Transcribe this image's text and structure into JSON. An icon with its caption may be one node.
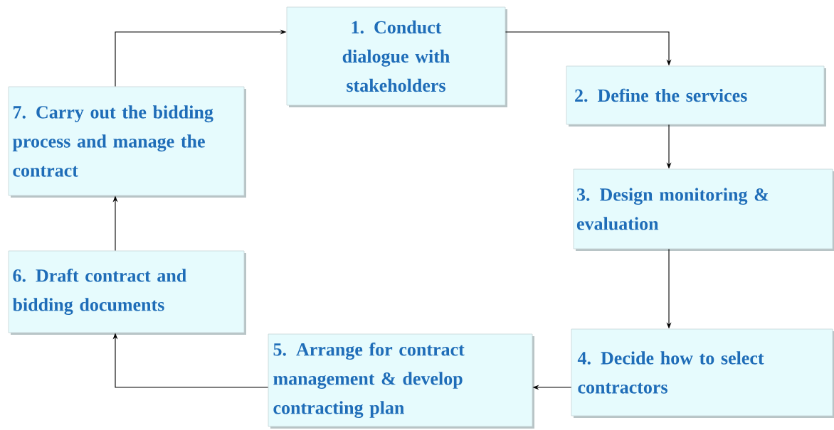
{
  "diagram": {
    "nodes": [
      {
        "text": [
          "1. Conduct dialogue with stakeholders"
        ]
      },
      {
        "text": [
          "2. Define the services"
        ]
      },
      {
        "text": [
          "3. Design monitoring & evaluation"
        ]
      },
      {
        "text": [
          "4. Decide how to select contractors"
        ]
      },
      {
        "text": [
          "5. Arrange for contract management & develop contracting plan"
        ]
      },
      {
        "text": [
          "6. Draft contract and bidding documents"
        ]
      },
      {
        "text": [
          "7. Carry out the bidding process and manage the contract"
        ]
      }
    ],
    "edges": [
      {
        "from": 0,
        "to": 1,
        "arrow": "to"
      },
      {
        "from": 1,
        "to": 2,
        "arrow": "to"
      },
      {
        "from": 2,
        "to": 3,
        "arrow": "to"
      },
      {
        "from": 3,
        "to": 4,
        "arrow": "to"
      },
      {
        "from": 4,
        "to": 5,
        "arrow": "to"
      },
      {
        "from": 5,
        "to": 6,
        "arrow": "to"
      },
      {
        "from": 6,
        "to": 0,
        "arrow": "to"
      }
    ]
  }
}
